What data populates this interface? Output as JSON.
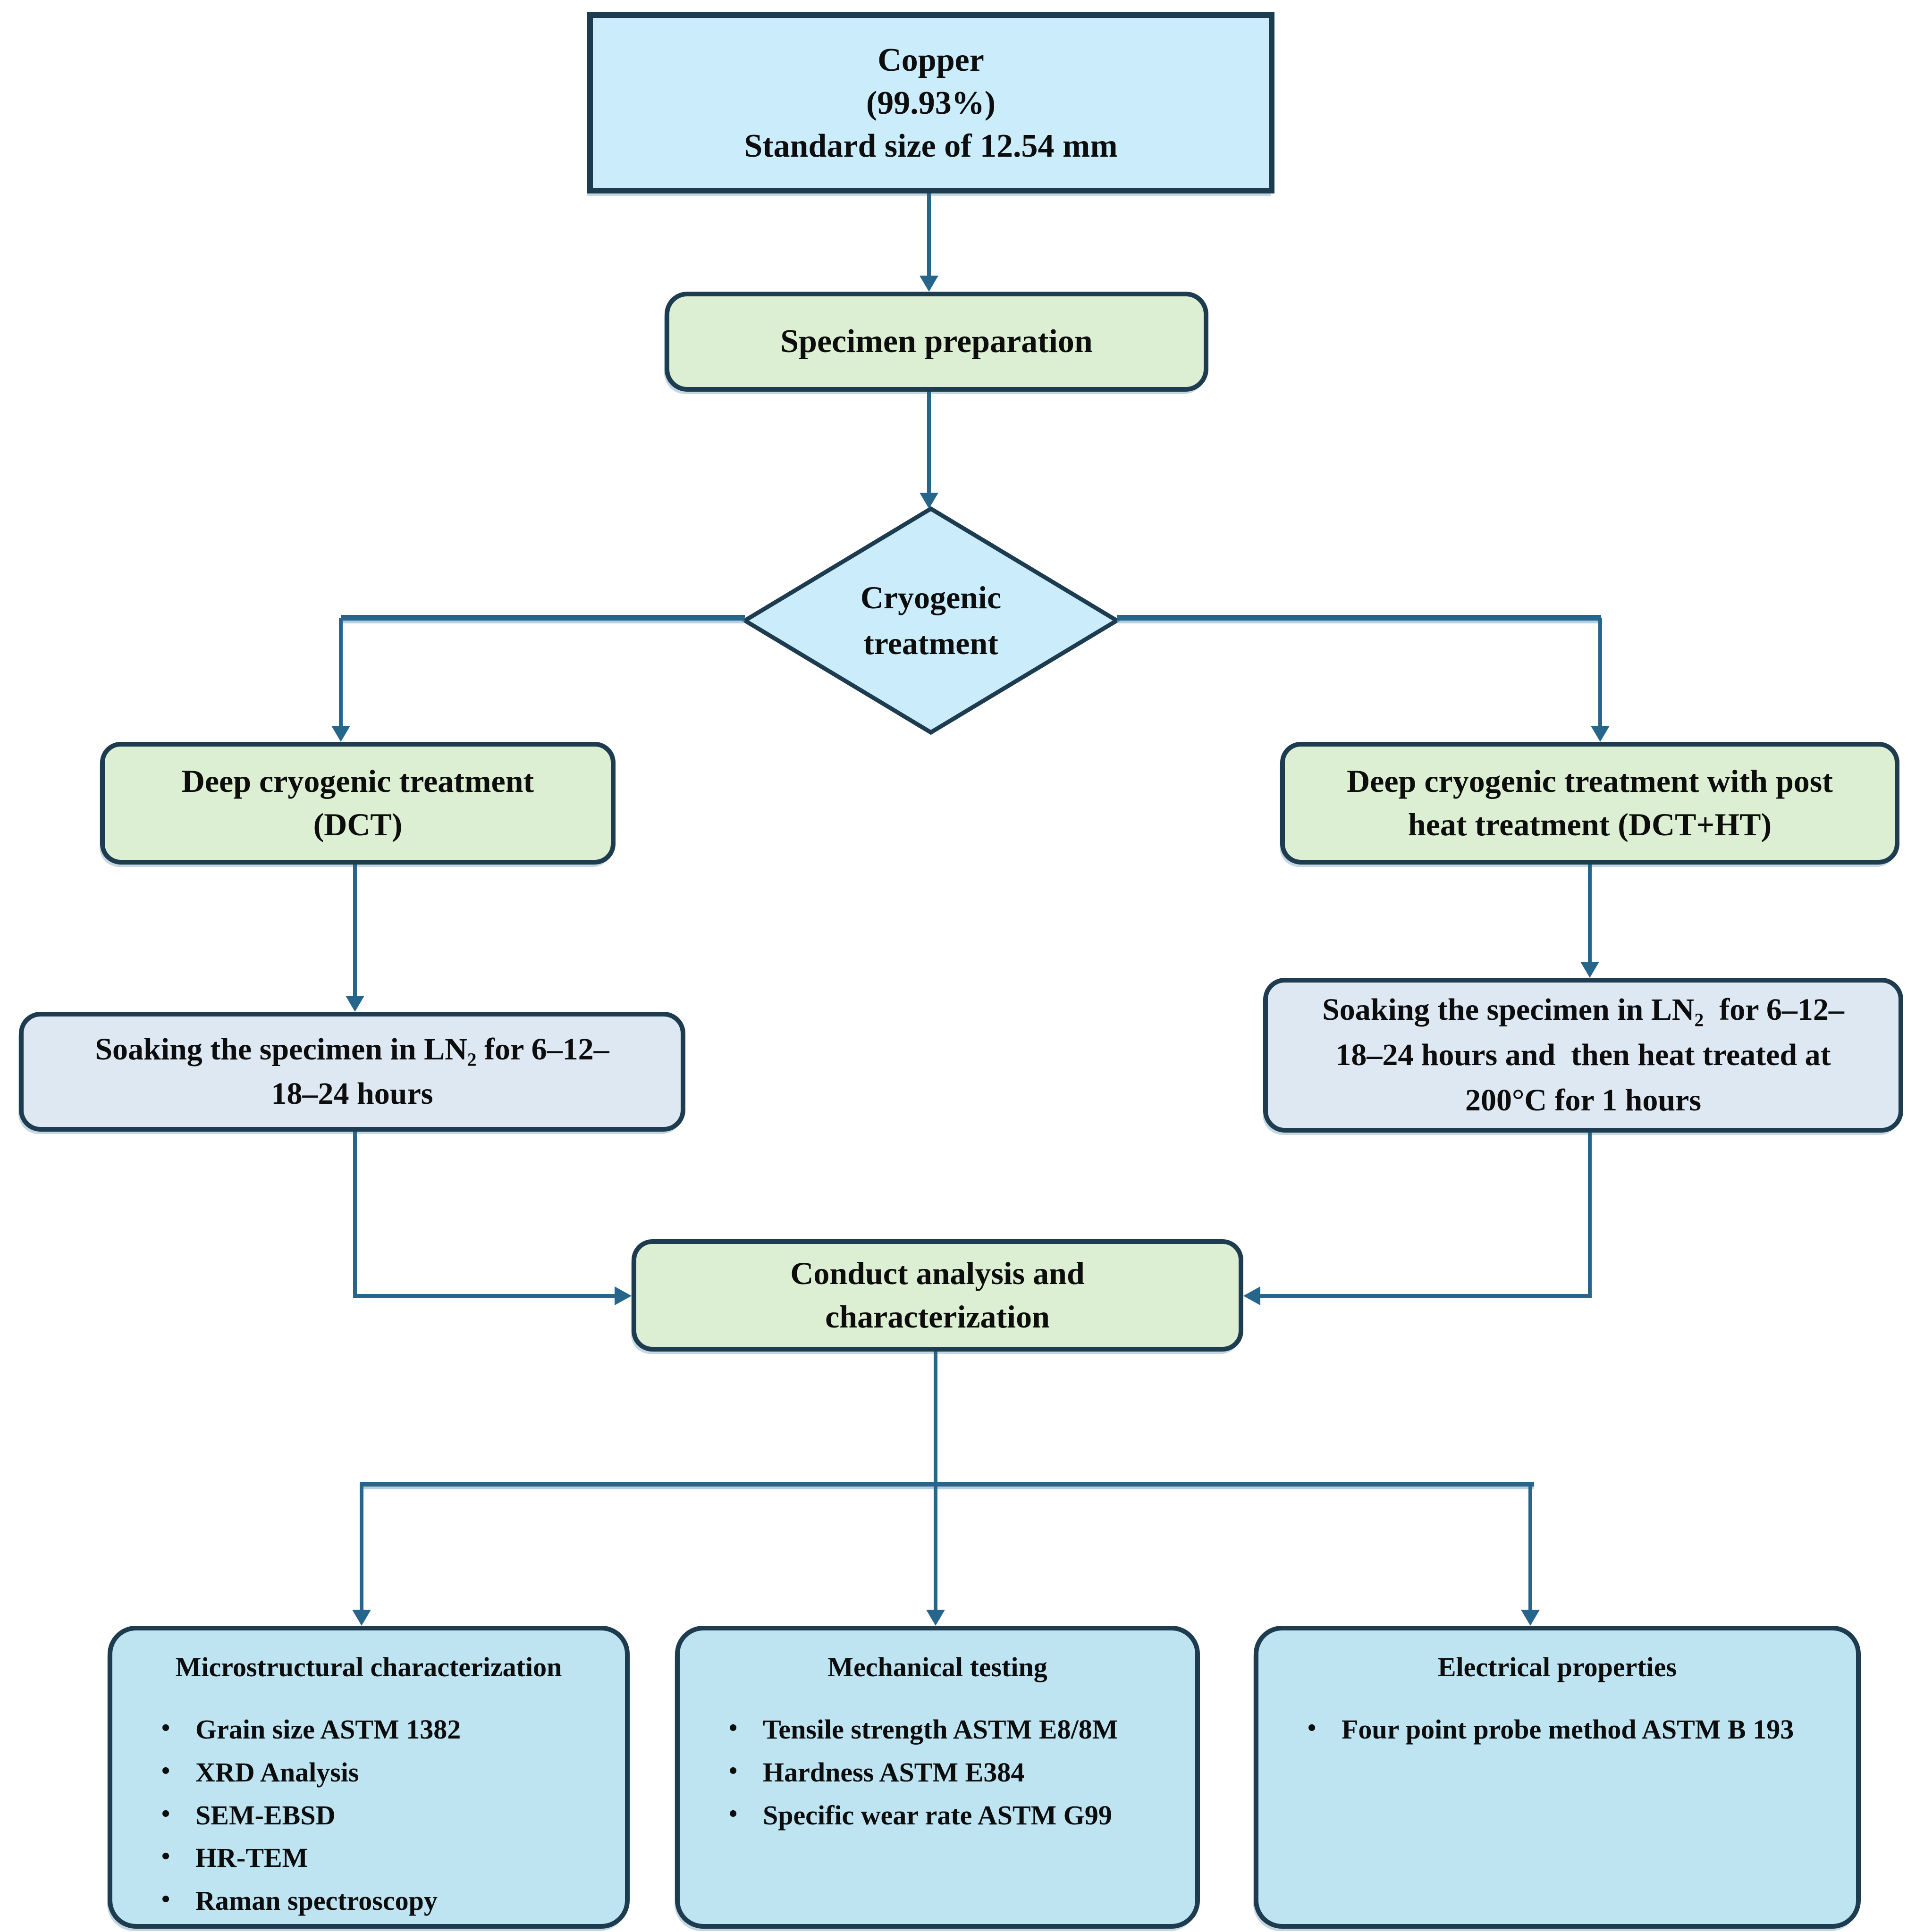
{
  "colors": {
    "box_blue": "#cbecfb",
    "box_sky": "#bee4f2",
    "box_green": "#dcefd3",
    "box_pale": "#dde8f3",
    "border": "#1d3c50",
    "line": "#26658c",
    "text": "#0d0d0d"
  },
  "nodes": {
    "copper": {
      "lines": [
        "Copper",
        "(99.93%)",
        "Standard size of 12.54 mm"
      ]
    },
    "specimen_prep": {
      "label": "Specimen preparation"
    },
    "decision": {
      "lines": [
        "Cryogenic",
        "treatment"
      ]
    },
    "dct": {
      "lines": [
        "Deep cryogenic treatment",
        "(DCT)"
      ]
    },
    "dct_ht": {
      "lines": [
        "Deep cryogenic treatment with post",
        "heat treatment (DCT+HT)"
      ]
    },
    "soak_dct": {
      "lines": [
        "Soaking the specimen in LN₂ for 6–12–",
        "18–24 hours"
      ]
    },
    "soak_dct_ht": {
      "lines": [
        "Soaking the specimen in LN₂  for 6–12–",
        "18–24 hours and  then heat treated at",
        "200°C for 1 hours"
      ]
    },
    "conduct": {
      "lines": [
        "Conduct analysis and",
        "characterization"
      ]
    },
    "microstructural": {
      "title": "Microstructural characterization",
      "bullets": [
        "Grain size ASTM 1382",
        "XRD Analysis",
        "SEM-EBSD",
        "HR-TEM",
        "Raman spectroscopy"
      ]
    },
    "mechanical": {
      "title": "Mechanical testing",
      "bullets": [
        "Tensile strength ASTM E8/8M",
        "Hardness ASTM E384",
        "Specific wear rate ASTM G99"
      ]
    },
    "electrical": {
      "title": "Electrical properties",
      "bullets": [
        "Four point probe method ASTM B 193"
      ]
    }
  }
}
